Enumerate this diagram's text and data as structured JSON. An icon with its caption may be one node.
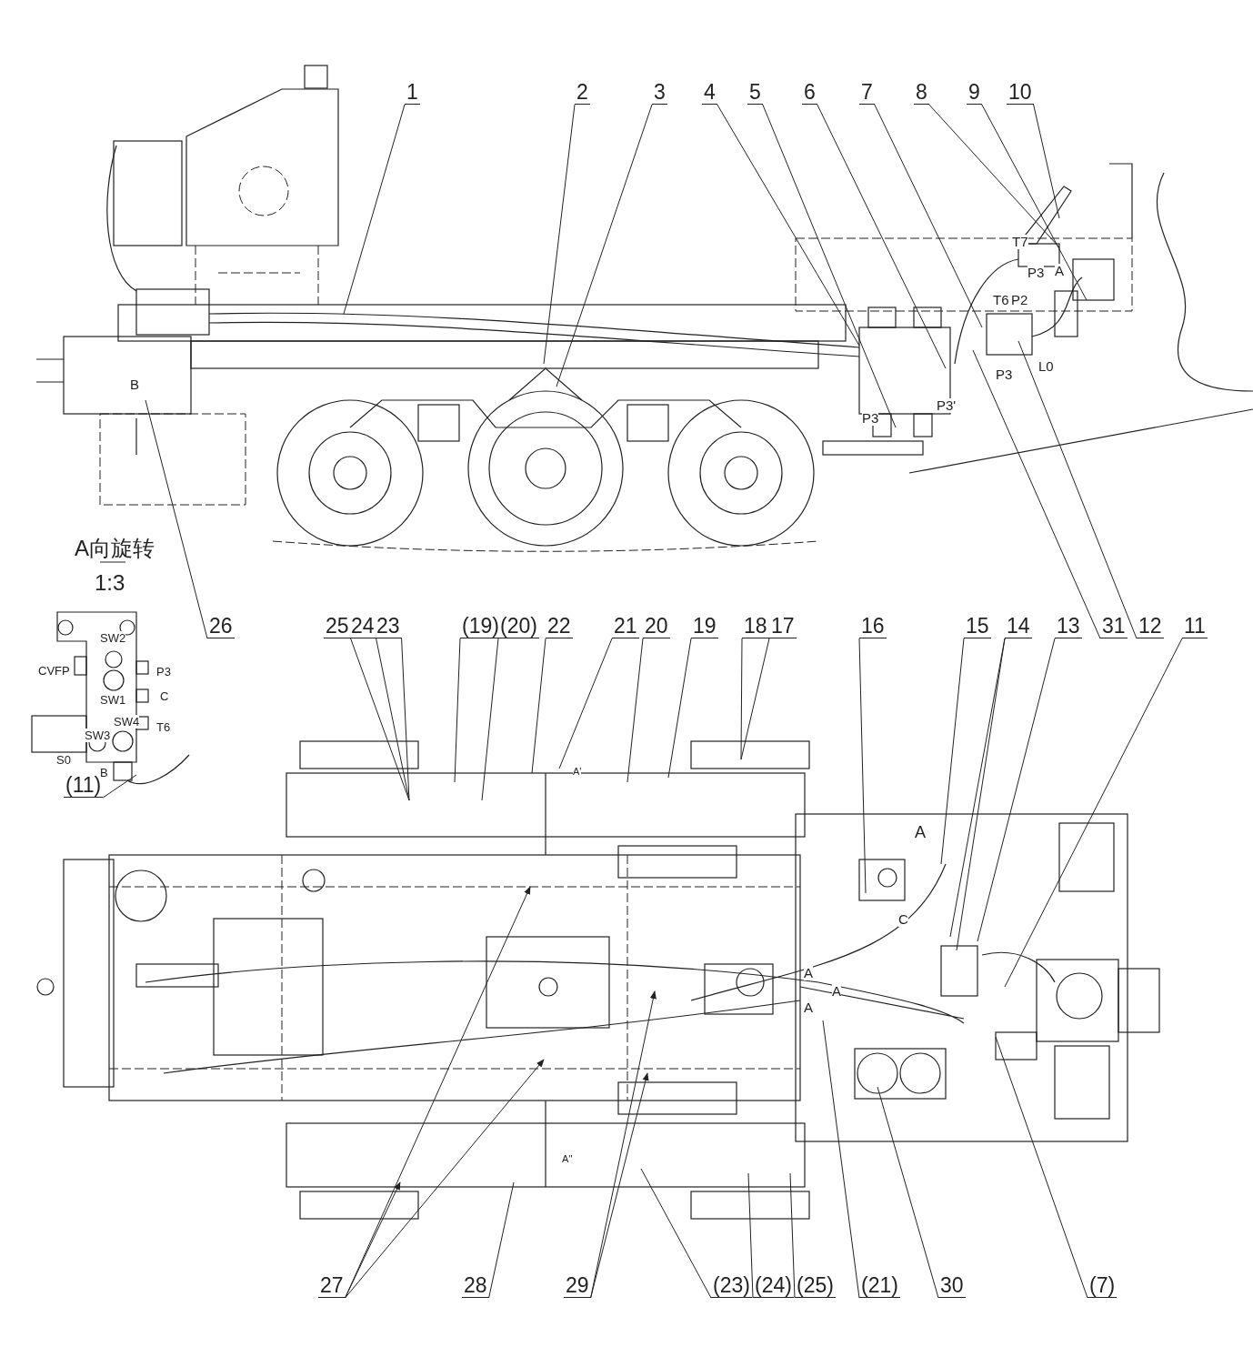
{
  "diagram": {
    "nodes": [
      {
        "text": [
          "1"
        ]
      },
      {
        "text": [
          "2"
        ]
      },
      {
        "text": [
          "3"
        ]
      },
      {
        "text": [
          "4"
        ]
      },
      {
        "text": [
          "5"
        ]
      },
      {
        "text": [
          "6"
        ]
      },
      {
        "text": [
          "7"
        ]
      },
      {
        "text": [
          "8"
        ]
      },
      {
        "text": [
          "9"
        ]
      },
      {
        "text": [
          "10"
        ]
      },
      {
        "text": [
          "26"
        ]
      },
      {
        "text": [
          "25"
        ]
      },
      {
        "text": [
          "24"
        ]
      },
      {
        "text": [
          "23"
        ]
      },
      {
        "text": [
          "(19)"
        ]
      },
      {
        "text": [
          "(20)"
        ]
      },
      {
        "text": [
          "22"
        ]
      },
      {
        "text": [
          "21"
        ]
      },
      {
        "text": [
          "20"
        ]
      },
      {
        "text": [
          "19"
        ]
      },
      {
        "text": [
          "18"
        ]
      },
      {
        "text": [
          "17"
        ]
      },
      {
        "text": [
          "16"
        ]
      },
      {
        "text": [
          "15"
        ]
      },
      {
        "text": [
          "14"
        ]
      },
      {
        "text": [
          "13"
        ]
      },
      {
        "text": [
          "31"
        ]
      },
      {
        "text": [
          "12"
        ]
      },
      {
        "text": [
          "11"
        ]
      },
      {
        "text": [
          "(11)"
        ]
      },
      {
        "text": [
          "27"
        ]
      },
      {
        "text": [
          "28"
        ]
      },
      {
        "text": [
          "29"
        ]
      },
      {
        "text": [
          "(23)"
        ]
      },
      {
        "text": [
          "(24)"
        ]
      },
      {
        "text": [
          "(25)"
        ]
      },
      {
        "text": [
          "(21)"
        ]
      },
      {
        "text": [
          "30"
        ]
      },
      {
        "text": [
          "(7)"
        ]
      }
    ],
    "edges": [
      {
        "from": 0,
        "to": null,
        "arrow": "none"
      },
      {
        "from": 1,
        "to": null,
        "arrow": "none"
      },
      {
        "from": 2,
        "to": null,
        "arrow": "none"
      },
      {
        "from": 3,
        "to": null,
        "arrow": "none"
      },
      {
        "from": 4,
        "to": null,
        "arrow": "none"
      },
      {
        "from": 5,
        "to": null,
        "arrow": "none"
      },
      {
        "from": 6,
        "to": null,
        "arrow": "none"
      },
      {
        "from": 7,
        "to": null,
        "arrow": "none"
      },
      {
        "from": 8,
        "to": null,
        "arrow": "none"
      },
      {
        "from": 9,
        "to": null,
        "arrow": "none"
      },
      {
        "from": 10,
        "to": null,
        "arrow": "none"
      },
      {
        "from": 11,
        "to": null,
        "arrow": "none"
      },
      {
        "from": 12,
        "to": null,
        "arrow": "none"
      },
      {
        "from": 13,
        "to": null,
        "arrow": "none"
      },
      {
        "from": 14,
        "to": null,
        "arrow": "none"
      },
      {
        "from": 15,
        "to": null,
        "arrow": "none"
      },
      {
        "from": 16,
        "to": null,
        "arrow": "none"
      },
      {
        "from": 17,
        "to": null,
        "arrow": "none"
      },
      {
        "from": 18,
        "to": null,
        "arrow": "none"
      },
      {
        "from": 19,
        "to": null,
        "arrow": "none"
      },
      {
        "from": 20,
        "to": null,
        "arrow": "none"
      },
      {
        "from": 21,
        "to": null,
        "arrow": "none"
      },
      {
        "from": 22,
        "to": null,
        "arrow": "none"
      },
      {
        "from": 23,
        "to": null,
        "arrow": "none"
      },
      {
        "from": 24,
        "to": null,
        "arrow": "none"
      },
      {
        "from": 24,
        "to": null,
        "arrow": "none"
      },
      {
        "from": 25,
        "to": null,
        "arrow": "none"
      },
      {
        "from": 26,
        "to": null,
        "arrow": "none"
      },
      {
        "from": 27,
        "to": null,
        "arrow": "none"
      },
      {
        "from": 28,
        "to": null,
        "arrow": "none"
      },
      {
        "from": 29,
        "to": null,
        "arrow": "none"
      },
      {
        "from": 30,
        "to": null,
        "arrow": "to"
      },
      {
        "from": 30,
        "to": null,
        "arrow": "to"
      },
      {
        "from": 30,
        "to": null,
        "arrow": "to"
      },
      {
        "from": 31,
        "to": null,
        "arrow": "none"
      },
      {
        "from": 32,
        "to": null,
        "arrow": "to"
      },
      {
        "from": 32,
        "to": null,
        "arrow": "to"
      },
      {
        "from": 33,
        "to": null,
        "arrow": "none"
      },
      {
        "from": 34,
        "to": null,
        "arrow": "none"
      },
      {
        "from": 35,
        "to": null,
        "arrow": "none"
      },
      {
        "from": 36,
        "to": null,
        "arrow": "none"
      },
      {
        "from": 37,
        "to": null,
        "arrow": "none"
      },
      {
        "from": 38,
        "to": null,
        "arrow": "none"
      }
    ],
    "labels": [
      "T7",
      "P3",
      "A",
      "T6",
      "P2",
      "P3",
      "L0",
      "B",
      "P3'",
      "P3",
      "A向旋转",
      "1:3",
      "SW2",
      "CVFP",
      "P3",
      "SW1",
      "C",
      "SW4",
      "T6",
      "SW3",
      "S0",
      "B",
      "A'",
      "A",
      "C",
      "A",
      "A",
      "A",
      "A''"
    ]
  }
}
